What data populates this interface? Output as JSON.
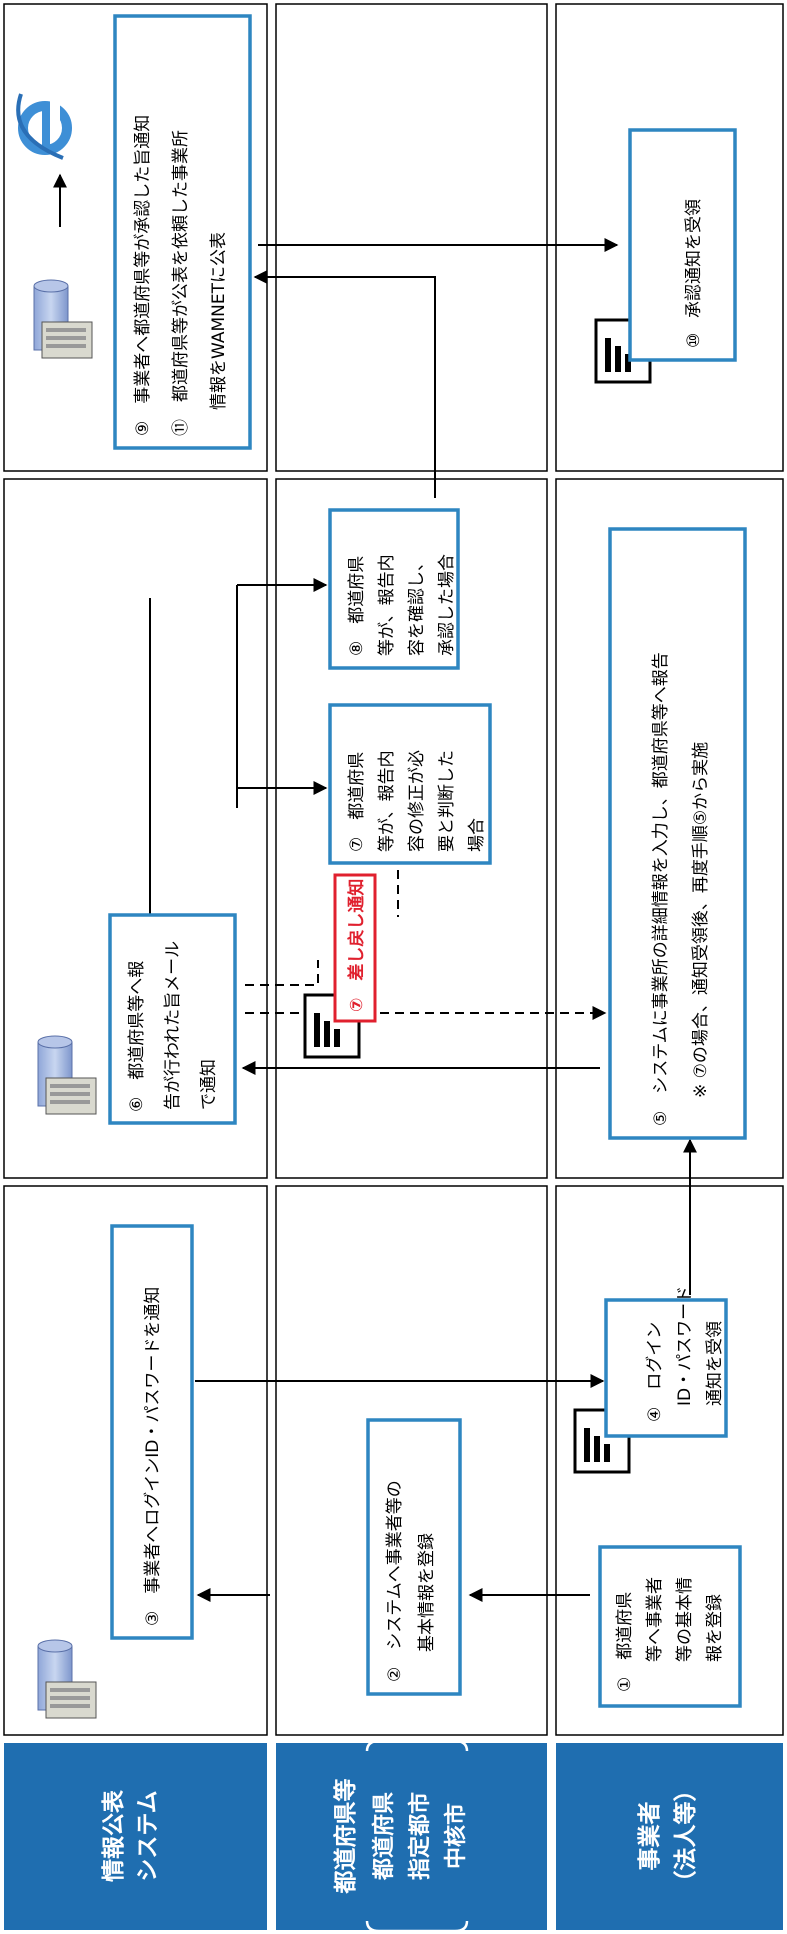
{
  "lanes": {
    "system": {
      "line1": "情報公表",
      "line2": "システム"
    },
    "pref": {
      "line1": "都道府県等",
      "line2": "都道府県",
      "line3": "指定都市",
      "line4": "中核市"
    },
    "operator": {
      "line1": "事業者",
      "line2": "（法人等）"
    }
  },
  "steps": {
    "s1": [
      "①　都道府県",
      "等へ事業者",
      "等の基本情",
      "報を登録"
    ],
    "s2": [
      "②　システムへ事業者等の",
      "基本情報を登録"
    ],
    "s3": [
      "③　事業者へログインID・パスワードを通知"
    ],
    "s4": [
      "④　ログイン",
      "ID・パスワード",
      "通知を受領"
    ],
    "s5": [
      "⑤　システムに事業所の詳細情報を入力し、都道府県等へ報告",
      "※ ⑦の場合、通知受領後、再度手順⑤から実施"
    ],
    "s6": [
      "⑥　都道府県等へ報",
      "告が行われた旨メール",
      "で通知"
    ],
    "s7": [
      "⑦　都道府県",
      "等が、報告内",
      "容の修正が必",
      "要と判断した",
      "場合"
    ],
    "s8": [
      "⑧　都道府県",
      "等が、報告内",
      "容を確認し、",
      "承認した場合"
    ],
    "s9_11": [
      "⑨　事業者へ都道府県等が承認した旨通知",
      "⑪　都道府県等が公表を依頼した事業所",
      "情報をWAMNETに公表"
    ],
    "s10": [
      "⑩",
      "承認通知を受領"
    ],
    "remand": "⑦　差し戻し通知"
  },
  "colors": {
    "lane_header": "#1f6eb0",
    "box_border": "#2e86c1",
    "remand_border": "#e0202e",
    "remand_text": "#e0202e"
  }
}
